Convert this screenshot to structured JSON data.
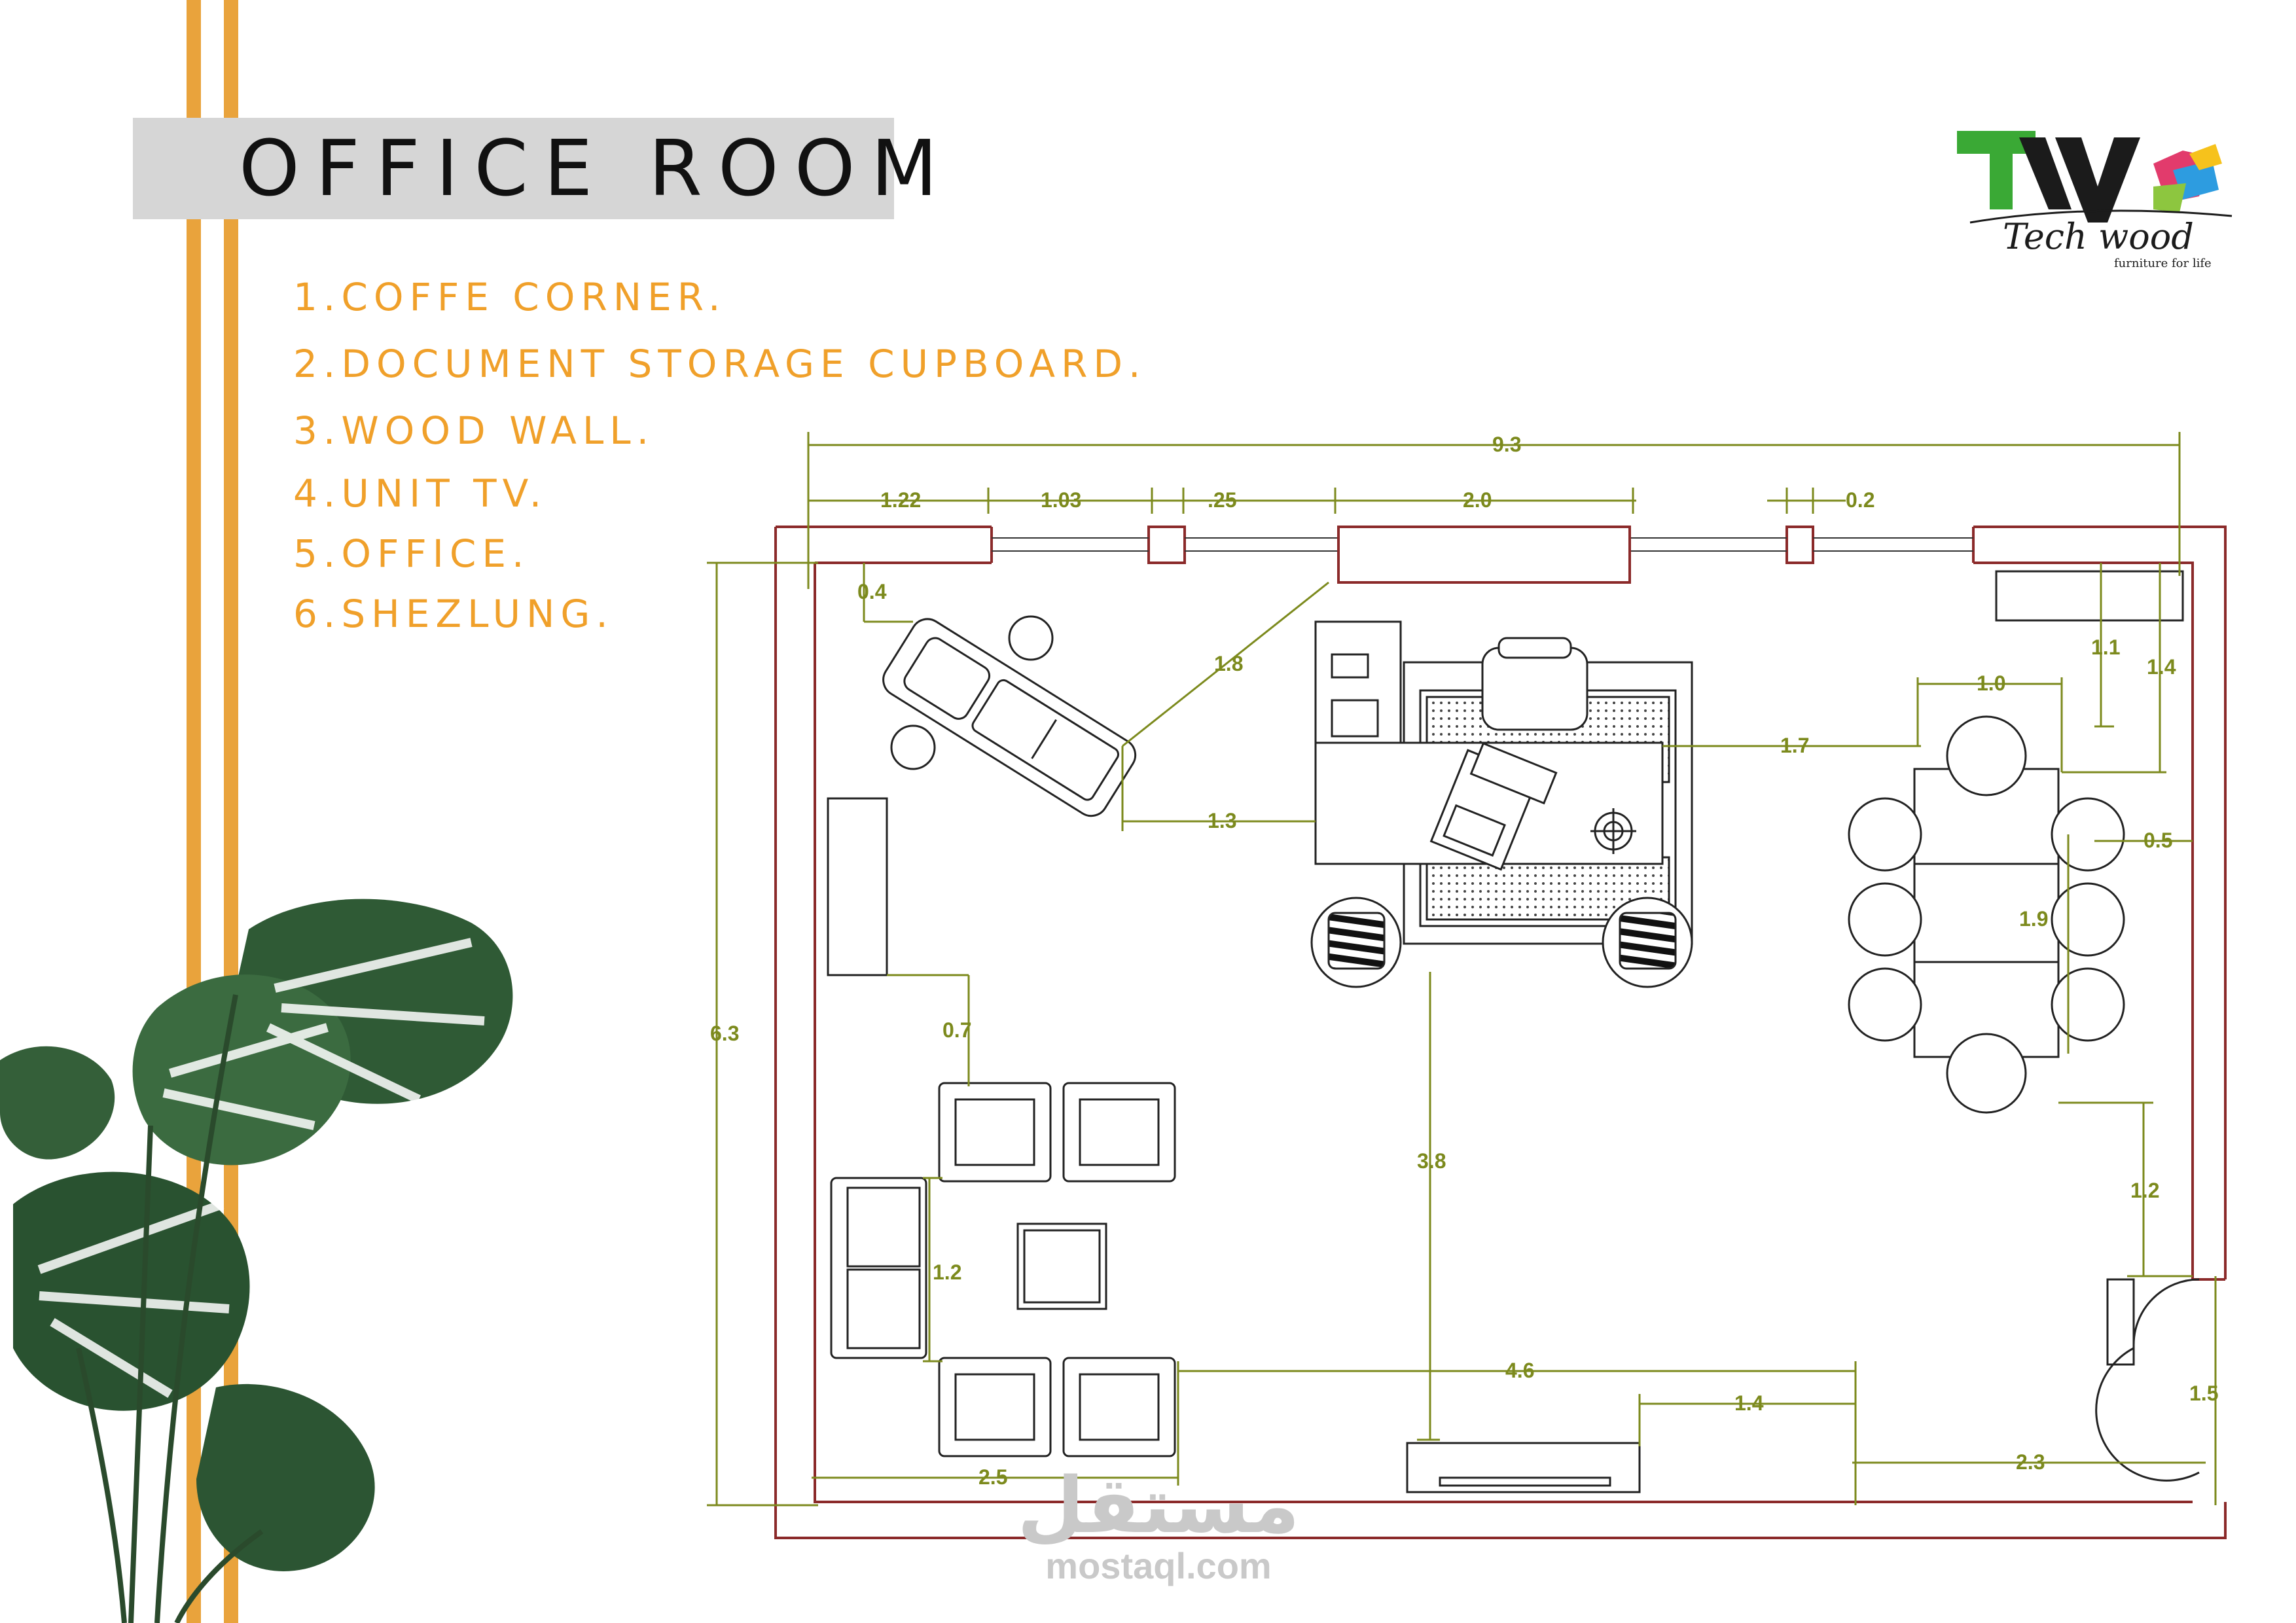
{
  "title": "OFFICE ROOM",
  "legend": [
    "1.COFFE CORNER.",
    "2.DOCUMENT STORAGE CUPBOARD.",
    "3.WOOD WALL.",
    "4.UNIT TV.",
    "5.OFFICE.",
    "6.SHEZLUNG."
  ],
  "logo": {
    "brand": "Tech wood",
    "tagline": "furniture for life",
    "mark": "TW"
  },
  "watermark": {
    "arabic": "مستقل",
    "url": "mostaql.com"
  },
  "dimensions": {
    "overall_width": "9.3",
    "top_1": "1.22",
    "top_2": "1.03",
    "top_3": ".25",
    "top_4": "2.0",
    "top_5": "0.2",
    "corner_0_4": "0.4",
    "diag_1_8": "1.8",
    "desk_1_3": "1.3",
    "desk_1_7": "1.7",
    "table_1_0": "1.0",
    "cab_1_1": "1.1",
    "cab_1_4": "1.4",
    "right_0_5": "0.5",
    "table_1_9": "1.9",
    "sofa_0_7": "0.7",
    "height_6_3": "6.3",
    "center_3_8": "3.8",
    "door_1_2": "1.2",
    "sofa_1_2": "1.2",
    "bottom_4_6": "4.6",
    "bottom_1_4": "1.4",
    "door_1_5": "1.5",
    "bottom_2_5": "2.5",
    "bottom_2_3": "2.3"
  },
  "colors": {
    "stripe": "#e9a33c",
    "legend": "#f0a02a",
    "dimension": "#7c8a1d",
    "wall": "#8b2a2a",
    "logo_green": "#3aa935"
  }
}
